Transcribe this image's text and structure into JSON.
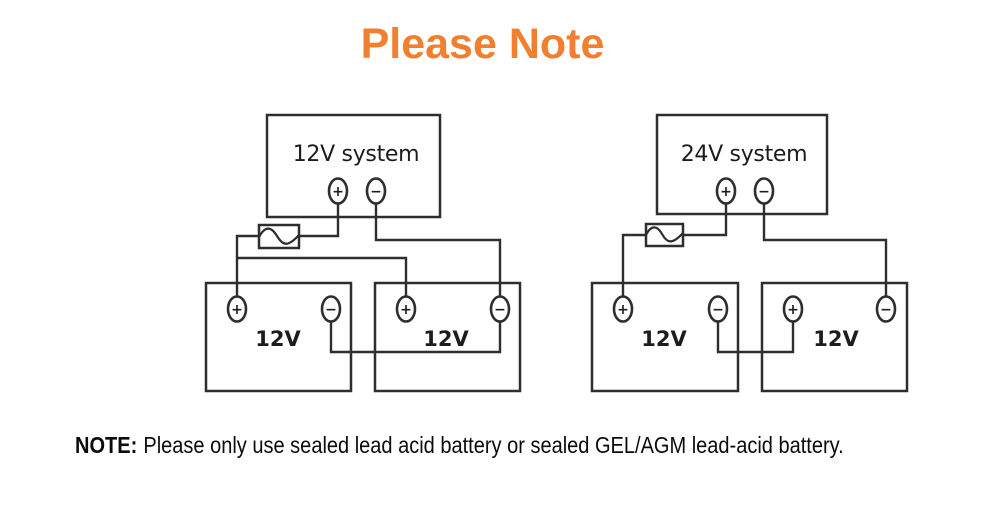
{
  "title": "Please Note",
  "colors": {
    "title_orange": "#F0802F",
    "line_dark": "#2E2E2E",
    "text_dark": "#0B0B0B"
  },
  "symbols": {
    "plus": "+",
    "minus": "−"
  },
  "diagrams": {
    "left": {
      "system_label": "12V system",
      "battery1_label": "12V",
      "battery2_label": "12V"
    },
    "right": {
      "system_label": "24V system",
      "battery1_label": "12V",
      "battery2_label": "12V"
    }
  },
  "note": {
    "prefix": "NOTE:",
    "body": "Please only use sealed lead acid battery or sealed GEL/AGM lead-acid battery."
  }
}
